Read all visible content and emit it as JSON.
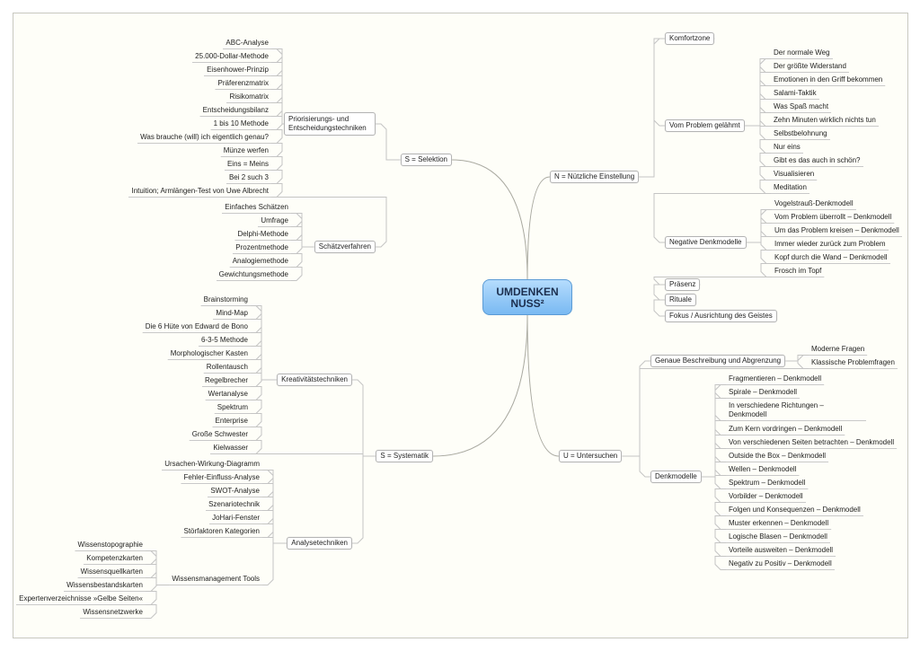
{
  "center": {
    "title": "UMDENKEN",
    "subtitle": "NUSS²"
  },
  "branches": [
    {
      "label": "S = Selektion",
      "children": [
        {
          "label": "Priorisierungs- und Entscheidungstechniken",
          "children": [
            {
              "label": "ABC-Analyse"
            },
            {
              "label": "25.000-Dollar-Methode"
            },
            {
              "label": "Eisenhower-Prinzip"
            },
            {
              "label": "Präferenzmatrix"
            },
            {
              "label": "Risikomatrix"
            },
            {
              "label": "Entscheidungsbilanz"
            },
            {
              "label": "1 bis 10 Methode"
            },
            {
              "label": "Was brauche (will) ich eigentlich genau?"
            },
            {
              "label": "Münze werfen"
            },
            {
              "label": "Eins = Meins"
            },
            {
              "label": "Bei 2 such 3"
            },
            {
              "label": "Intuition; Armlängen-Test von Uwe Albrecht"
            }
          ]
        },
        {
          "label": "Schätzverfahren",
          "children": [
            {
              "label": "Einfaches Schätzen"
            },
            {
              "label": "Umfrage"
            },
            {
              "label": "Delphi-Methode"
            },
            {
              "label": "Prozentmethode"
            },
            {
              "label": "Analogiemethode"
            },
            {
              "label": "Gewichtungsmethode"
            }
          ]
        }
      ]
    },
    {
      "label": "S = Systematik",
      "children": [
        {
          "label": "Kreativitätstechniken",
          "children": [
            {
              "label": "Brainstorming"
            },
            {
              "label": "Mind-Map"
            },
            {
              "label": "Die 6 Hüte von Edward de Bono"
            },
            {
              "label": "6-3-5 Methode"
            },
            {
              "label": "Morphologischer Kasten"
            },
            {
              "label": "Rollentausch"
            },
            {
              "label": "Regelbrecher"
            },
            {
              "label": "Wertanalyse"
            },
            {
              "label": "Spektrum"
            },
            {
              "label": "Enterprise"
            },
            {
              "label": "Große Schwester"
            },
            {
              "label": "Kielwasser"
            }
          ]
        },
        {
          "label": "Analysetechniken",
          "children": [
            {
              "label": "Ursachen-Wirkung-Diagramm"
            },
            {
              "label": "Fehler-Einfluss-Analyse"
            },
            {
              "label": "SWOT-Analyse"
            },
            {
              "label": "Szenariotechnik"
            },
            {
              "label": "JoHari-Fenster"
            },
            {
              "label": "Störfaktoren Kategorien"
            },
            {
              "label": "Wissensmanagement Tools",
              "children": [
                {
                  "label": "Wissenstopographie"
                },
                {
                  "label": "Kompetenzkarten"
                },
                {
                  "label": "Wissensquellkarten"
                },
                {
                  "label": "Wissensbestandskarten"
                },
                {
                  "label": "Expertenverzeichnisse »Gelbe Seiten«"
                },
                {
                  "label": "Wissensnetzwerke"
                }
              ]
            }
          ]
        }
      ]
    },
    {
      "label": "N = Nützliche Einstellung",
      "children": [
        {
          "label": "Komfortzone"
        },
        {
          "label": "Vom Problem gelähmt",
          "children": [
            {
              "label": "Der normale Weg"
            },
            {
              "label": "Der größte Widerstand"
            },
            {
              "label": "Emotionen in den Griff bekommen"
            },
            {
              "label": "Salami-Taktik"
            },
            {
              "label": "Was Spaß macht"
            },
            {
              "label": "Zehn Minuten wirklich nichts tun"
            },
            {
              "label": "Selbstbelohnung"
            },
            {
              "label": "Nur eins"
            },
            {
              "label": "Gibt es das auch in schön?"
            },
            {
              "label": "Visualisieren"
            },
            {
              "label": "Meditation"
            }
          ]
        },
        {
          "label": "Negative Denkmodelle",
          "children": [
            {
              "label": "Vogelstrauß-Denkmodell"
            },
            {
              "label": "Vom Problem überrollt – Denkmodell"
            },
            {
              "label": "Um das Problem kreisen – Denkmodell"
            },
            {
              "label": "Immer wieder zurück zum Problem"
            },
            {
              "label": "Kopf durch die Wand – Denkmodell"
            },
            {
              "label": "Frosch im Topf"
            }
          ]
        },
        {
          "label": "Präsenz"
        },
        {
          "label": "Rituale"
        },
        {
          "label": "Fokus / Ausrichtung des Geistes"
        }
      ]
    },
    {
      "label": "U = Untersuchen",
      "children": [
        {
          "label": "Genaue Beschreibung und Abgrenzung",
          "children": [
            {
              "label": "Moderne Fragen"
            },
            {
              "label": "Klassische Problemfragen"
            }
          ]
        },
        {
          "label": "Denkmodelle",
          "children": [
            {
              "label": "Fragmentieren – Denkmodell"
            },
            {
              "label": "Spirale – Denkmodell"
            },
            {
              "label": "In verschiedene Richtungen – Denkmodell"
            },
            {
              "label": "Zum Kern vordringen – Denkmodell"
            },
            {
              "label": "Von verschiedenen Seiten betrachten – Denkmodell"
            },
            {
              "label": "Outside the Box – Denkmodell"
            },
            {
              "label": "Wellen – Denkmodell"
            },
            {
              "label": "Spektrum – Denkmodell"
            },
            {
              "label": "Vorbilder – Denkmodell"
            },
            {
              "label": "Folgen und Konsequenzen – Denkmodell"
            },
            {
              "label": "Muster erkennen – Denkmodell"
            },
            {
              "label": "Logische Blasen – Denkmodell"
            },
            {
              "label": "Vorteile ausweiten – Denkmodell"
            },
            {
              "label": "Negativ zu Positiv – Denkmodell"
            }
          ]
        }
      ]
    }
  ]
}
